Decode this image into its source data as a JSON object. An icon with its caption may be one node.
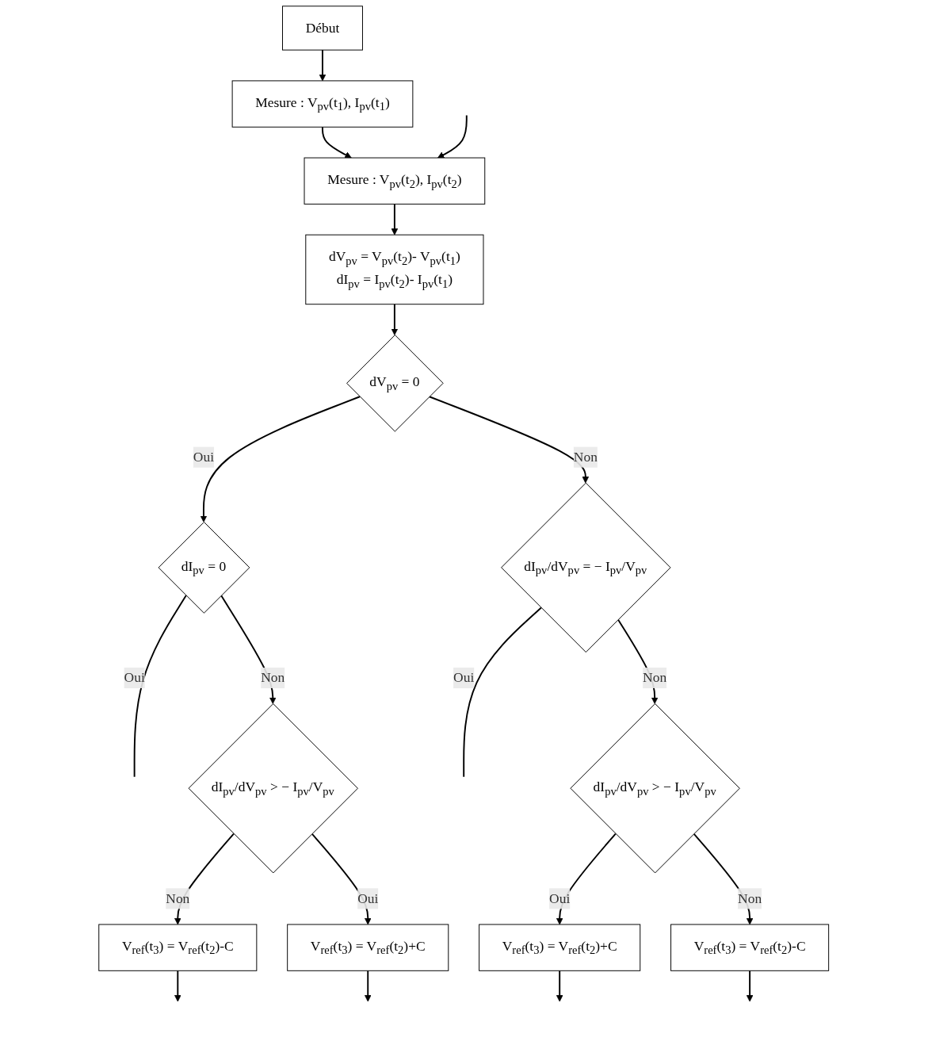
{
  "diagram": {
    "nodes": [
      {
        "text": [
          "Début"
        ]
      },
      {
        "text": [
          "Mesure : V$_{pv}$(t$_{1}$), I$_{pv}$(t$_{1}$)"
        ]
      },
      {
        "text": [
          "Mesure : V$_{pv}$(t$_{2}$), I$_{pv}$(t$_{2}$)"
        ]
      },
      {
        "text": [
          "dV$_{pv}$ = V$_{pv}$(t$_{2}$)- V$_{pv}$(t$_{1}$)",
          "dI$_{pv}$ = I$_{pv}$(t$_{2}$)- I$_{pv}$(t$_{1}$)"
        ]
      },
      {
        "text": [
          "dV$_{pv}$ = 0"
        ]
      },
      {
        "text": [
          "dI$_{pv}$/dV$_{pv}$ = − I$_{pv}$/V$_{pv}$"
        ]
      },
      {
        "text": [
          "dI$_{pv}$ = 0"
        ]
      },
      {
        "text": [
          "dI$_{pv}$/dV$_{pv}$ > − I$_{pv}$/V$_{pv}$"
        ]
      },
      {
        "text": [
          "dI$_{pv}$/dV$_{pv}$ > − I$_{pv}$/V$_{pv}$"
        ]
      },
      {
        "text": [
          "V$_{ref}$(t$_{3}$) = V$_{ref}$(t$_{2}$)+C"
        ]
      },
      {
        "text": [
          "V$_{ref}$(t$_{3}$) = V$_{ref}$(t$_{2}$)-C"
        ]
      },
      {
        "text": [
          "V$_{ref}$(t$_{3}$) = V$_{ref}$(t$_{2}$)-C"
        ]
      },
      {
        "text": [
          "V$_{ref}$(t$_{3}$) = V$_{ref}$(t$_{2}$)+C"
        ]
      }
    ],
    "edges": [
      {
        "from": 0,
        "to": 1,
        "arrow": "to"
      },
      {
        "from": 1,
        "to": 2,
        "arrow": "to"
      },
      {
        "from": null,
        "to": 2,
        "arrow": "to"
      },
      {
        "from": 2,
        "to": 3,
        "arrow": "to"
      },
      {
        "from": 3,
        "to": 4,
        "arrow": "to"
      },
      {
        "from": 4,
        "to": 6,
        "arrow": "to",
        "label": "Oui"
      },
      {
        "from": 4,
        "to": 5,
        "arrow": "to",
        "label": "Non"
      },
      {
        "from": 5,
        "to": null,
        "arrow": "none",
        "label": "Oui"
      },
      {
        "from": 5,
        "to": 7,
        "arrow": "to",
        "label": "Non"
      },
      {
        "from": 6,
        "to": null,
        "arrow": "none",
        "label": "Oui"
      },
      {
        "from": 6,
        "to": 8,
        "arrow": "to",
        "label": "Non"
      },
      {
        "from": 7,
        "to": 9,
        "arrow": "to",
        "label": "Oui"
      },
      {
        "from": 7,
        "to": 10,
        "arrow": "to",
        "label": "Non"
      },
      {
        "from": 8,
        "to": 11,
        "arrow": "to",
        "label": "Non"
      },
      {
        "from": 8,
        "to": 12,
        "arrow": "to",
        "label": "Oui"
      },
      {
        "from": 9,
        "to": null,
        "arrow": "to"
      },
      {
        "from": 10,
        "to": null,
        "arrow": "to"
      },
      {
        "from": 11,
        "to": null,
        "arrow": "to"
      },
      {
        "from": 12,
        "to": null,
        "arrow": "to"
      }
    ]
  }
}
